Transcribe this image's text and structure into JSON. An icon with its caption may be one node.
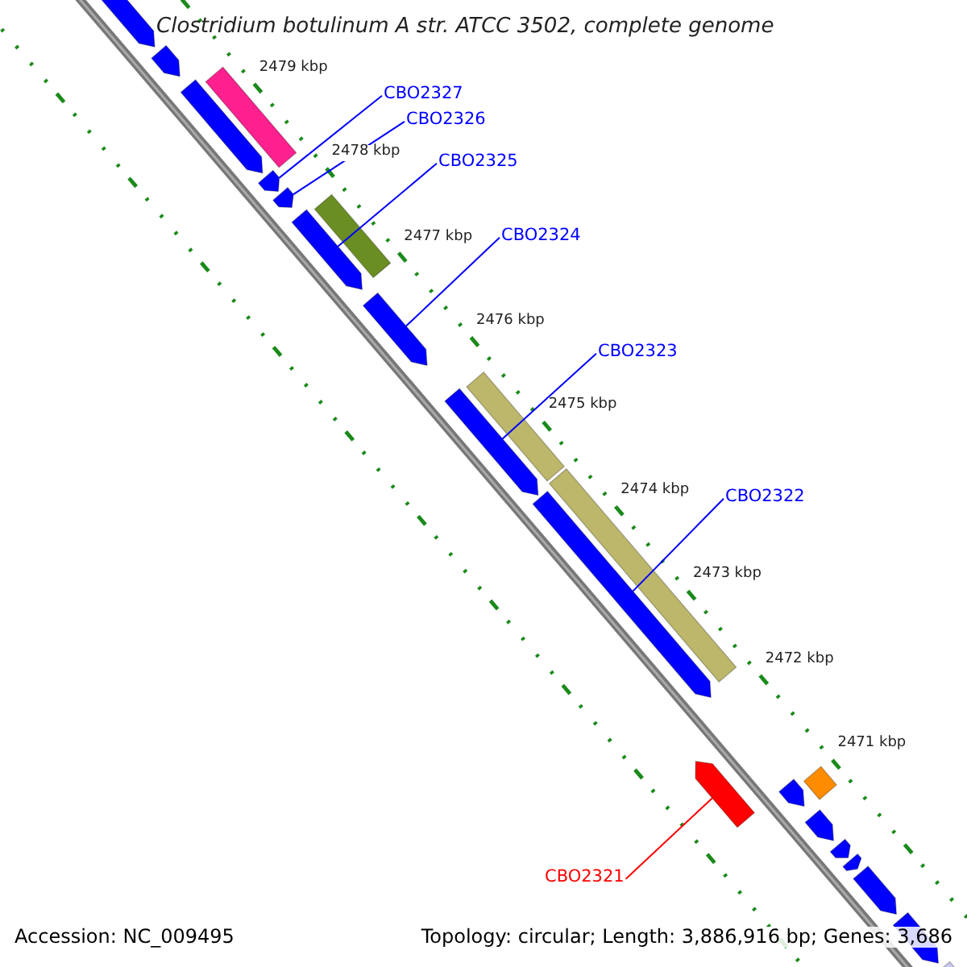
{
  "diagram": {
    "title": "Clostridium botulinum A str. ATCC 3502, complete genome",
    "nodes": [
      {
        "text": [
          "CBO2327"
        ]
      },
      {
        "text": [
          "CBO2326"
        ]
      },
      {
        "text": [
          "CBO2325"
        ]
      },
      {
        "text": [
          "CBO2324"
        ]
      },
      {
        "text": [
          "CBO2323"
        ]
      },
      {
        "text": [
          "CBO2322"
        ]
      },
      {
        "text": [
          "CBO2321"
        ]
      },
      {
        "text": [],
        "shape": "arrow"
      },
      {
        "text": [],
        "shape": "arrow"
      },
      {
        "text": [],
        "shape": "arrow"
      },
      {
        "text": [],
        "shape": "arrow"
      },
      {
        "text": [],
        "shape": "arrow"
      },
      {
        "text": [],
        "shape": "arrow"
      },
      {
        "text": [],
        "shape": "arrow"
      }
    ],
    "edges": [
      {
        "from": 0,
        "to": 7,
        "arrow": "none"
      },
      {
        "from": 1,
        "to": 8,
        "arrow": "none"
      },
      {
        "from": 2,
        "to": 9,
        "arrow": "none"
      },
      {
        "from": 3,
        "to": 10,
        "arrow": "none"
      },
      {
        "from": 4,
        "to": 11,
        "arrow": "none"
      },
      {
        "from": 5,
        "to": 12,
        "arrow": "none"
      },
      {
        "from": 6,
        "to": 13,
        "arrow": "none",
        "color": "#ff0000"
      }
    ],
    "labels": [
      "2479 kbp",
      "2478 kbp",
      "2477 kbp",
      "2476 kbp",
      "2475 kbp",
      "2474 kbp",
      "2473 kbp",
      "2472 kbp",
      "2471 kbp",
      "Accession: NC_009495",
      "Topology: circular; Length: 3,886,916 bp; Genes: 3,686"
    ]
  }
}
